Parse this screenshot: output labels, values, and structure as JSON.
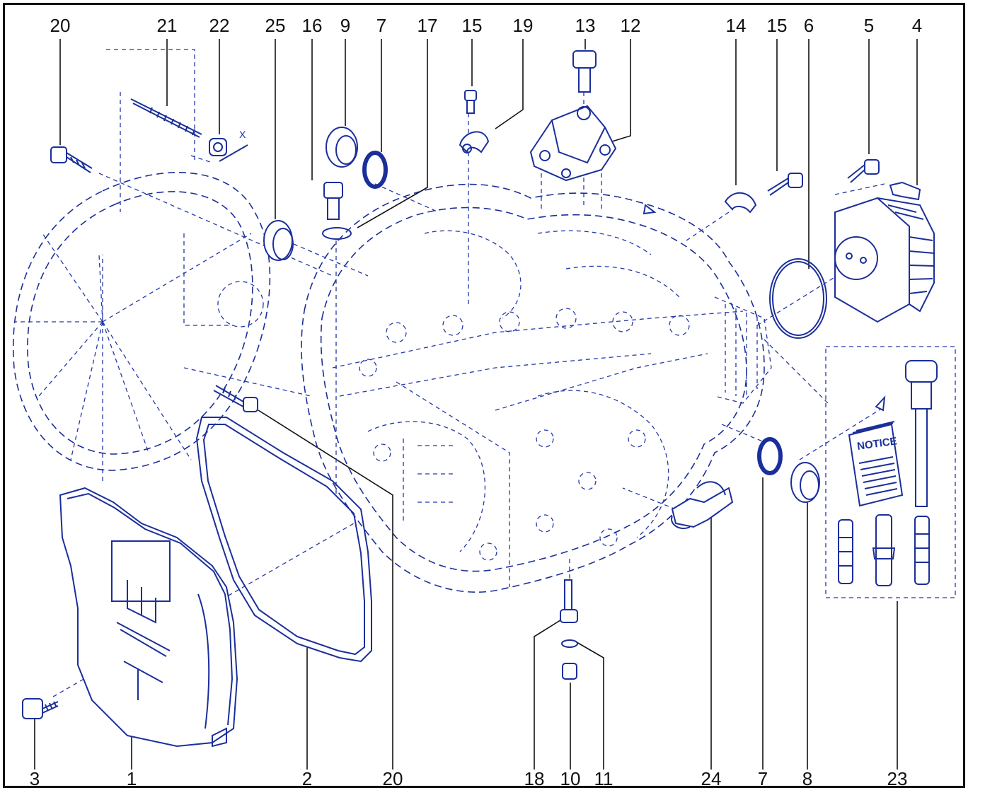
{
  "callouts_top": [
    "20",
    "21",
    "22",
    "25",
    "16",
    "9",
    "7",
    "17",
    "15",
    "19",
    "13",
    "12",
    "14",
    "15",
    "6",
    "5",
    "4"
  ],
  "callouts_bottom": [
    "3",
    "1",
    "2",
    "20",
    "18",
    "10",
    "11",
    "24",
    "7",
    "8",
    "23"
  ],
  "kit_sheet_label": "NOTICE",
  "dimension_mark": "X",
  "colors": {
    "line": "#1b2f9a",
    "text": "#111111",
    "frame": "#111111"
  }
}
